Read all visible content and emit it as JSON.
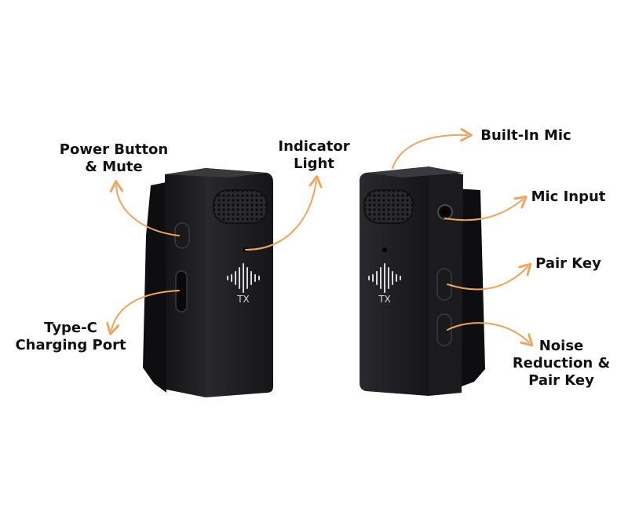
{
  "labels": {
    "power_button": "Power Button\n& Mute",
    "indicator_light": "Indicator\nLight",
    "type_c": "Type-C\nCharging Port",
    "built_in_mic": "Built-In Mic",
    "mic_input": "Mic Input",
    "pair_key": "Pair Key",
    "noise_reduction": "Noise\nReduction &\nPair Key"
  },
  "device_badges": {
    "left": "TX",
    "right": "TX"
  },
  "colors": {
    "arrow": "#F0A35E",
    "device_body": "#1c1c1e",
    "device_side": "#2a2a2c",
    "clip": "#0e0e10",
    "text": "#111111"
  }
}
